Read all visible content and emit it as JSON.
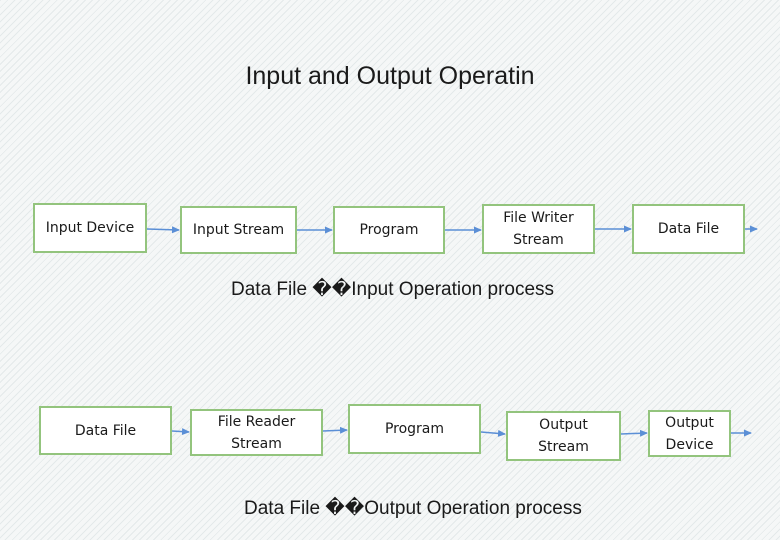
{
  "title": "Input and Output Operatin",
  "input_flow": {
    "boxes": [
      "Input Device",
      "Input Stream",
      "Program",
      "File Writer\nStream",
      "Data File"
    ],
    "caption": "Data File ��Input Operation process"
  },
  "output_flow": {
    "boxes": [
      "Data File",
      "File Reader\nStream",
      "Program",
      "Output\nStream",
      "Output\nDevice"
    ],
    "caption": "Data File ��Output Operation process"
  },
  "colors": {
    "box_border": "#93c47d",
    "arrow": "#5b8fd6"
  }
}
